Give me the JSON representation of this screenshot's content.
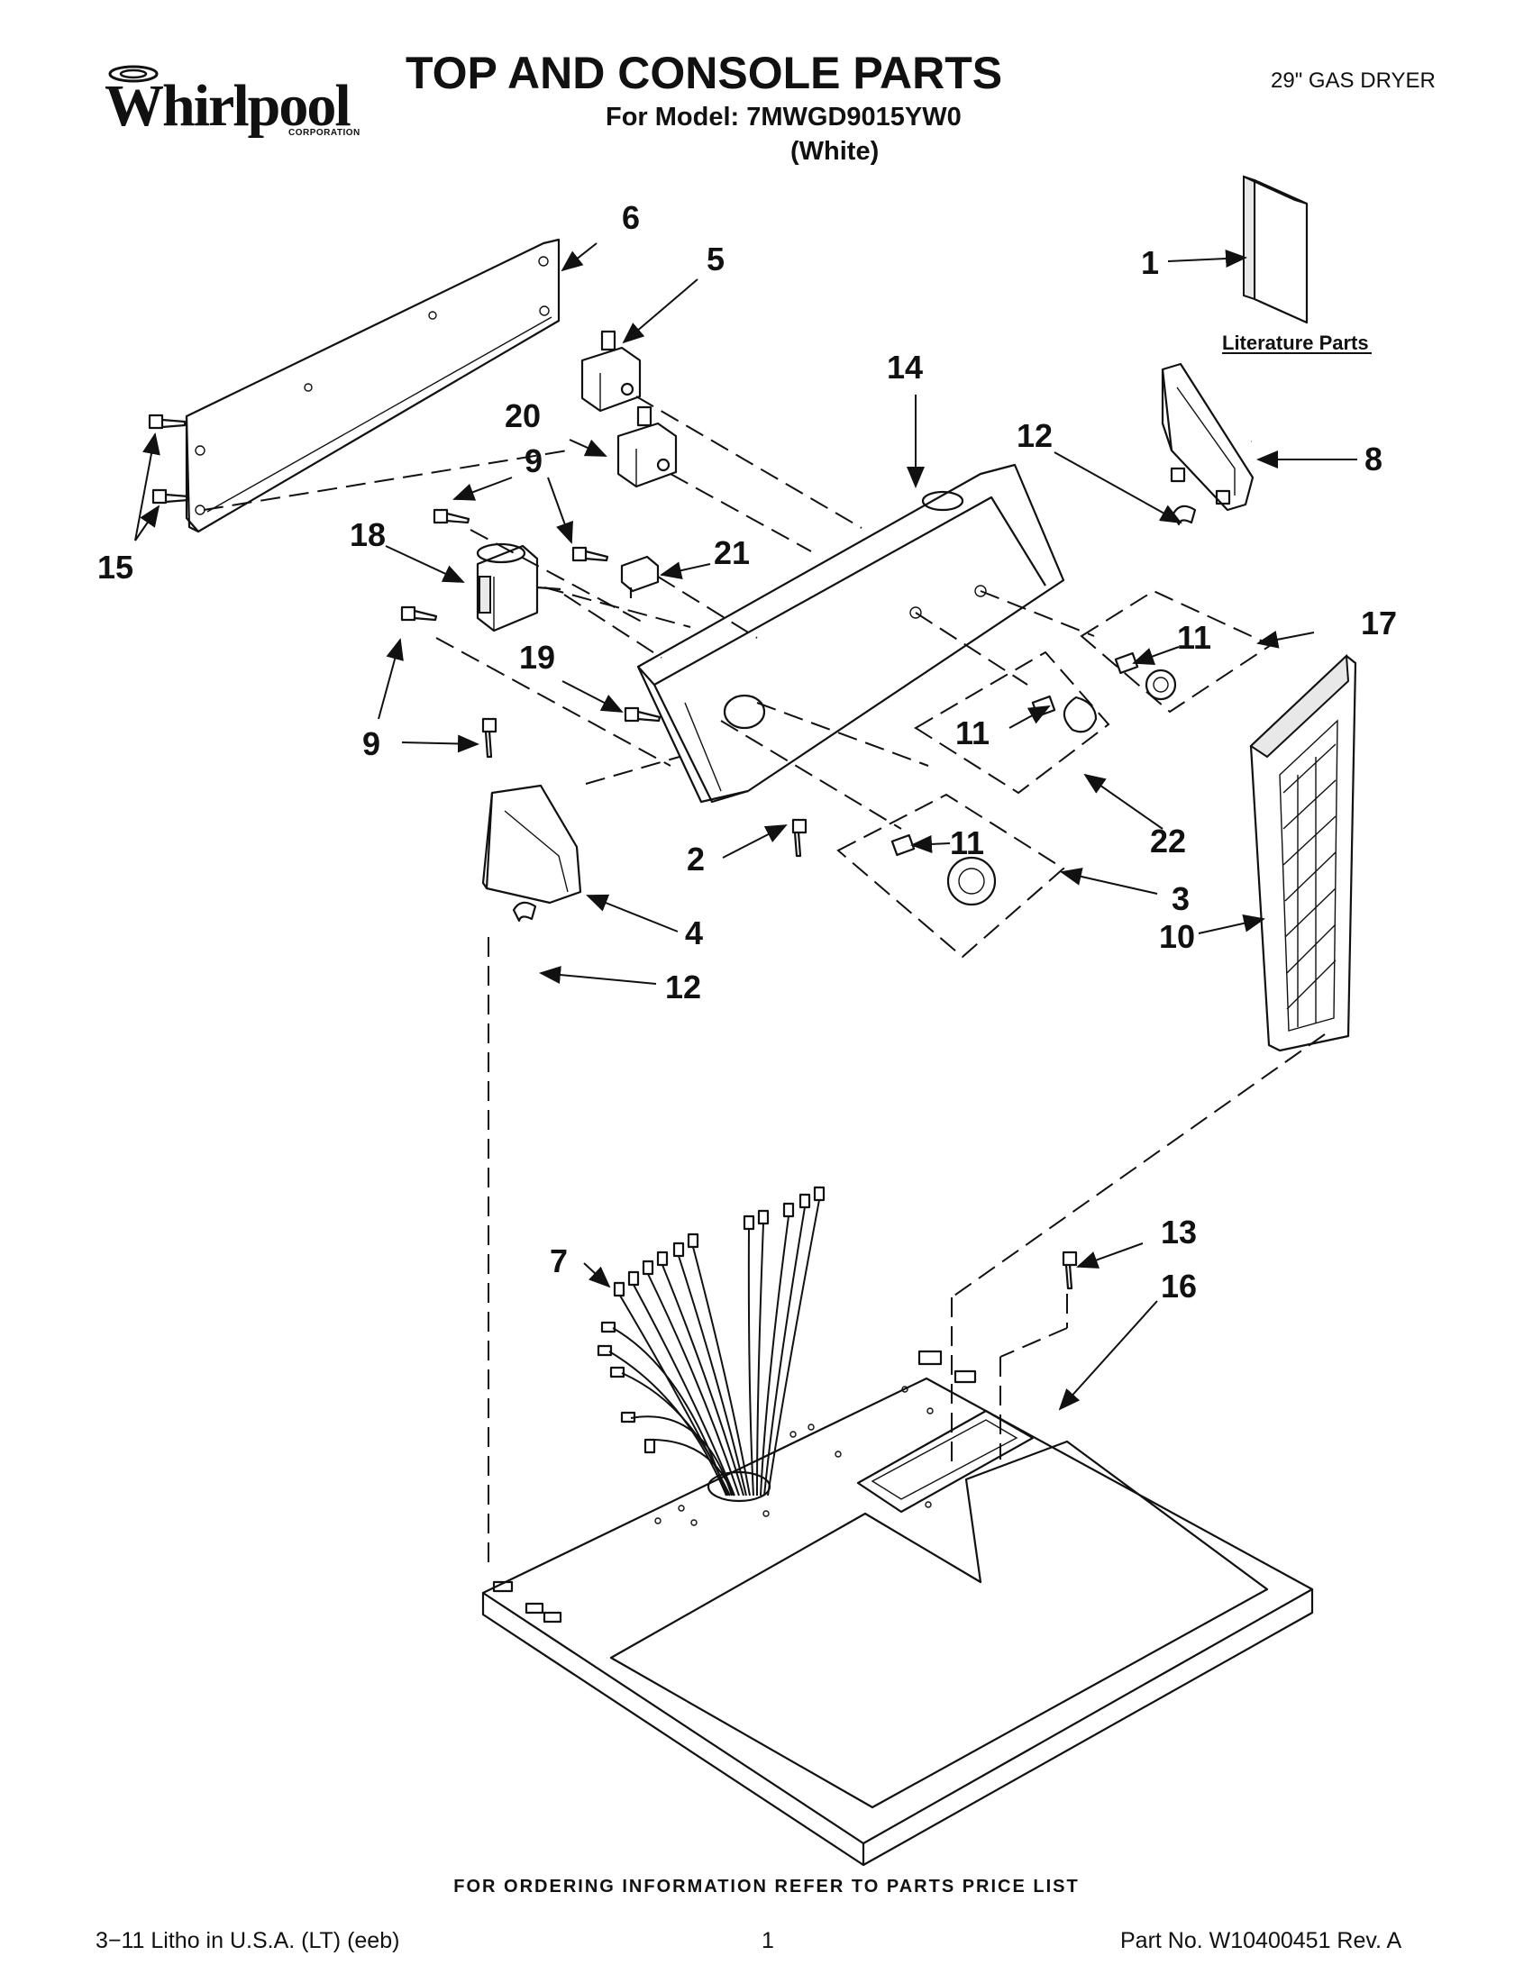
{
  "header": {
    "brand": "Whirlpool",
    "brand_sub": "CORPORATION",
    "title": "TOP AND CONSOLE PARTS",
    "model_line": "For Model: 7MWGD9015YW0",
    "color_line": "(White)",
    "product": "29\" GAS DRYER"
  },
  "diagram": {
    "literature_label": "Literature Parts",
    "callouts": {
      "c1": "1",
      "c2": "2",
      "c3": "3",
      "c4": "4",
      "c5": "5",
      "c6": "6",
      "c7": "7",
      "c8": "8",
      "c9a": "9",
      "c9b": "9",
      "c10": "10",
      "c11a": "11",
      "c11b": "11",
      "c11c": "11",
      "c12a": "12",
      "c12b": "12",
      "c13": "13",
      "c14": "14",
      "c15": "15",
      "c16": "16",
      "c17": "17",
      "c18": "18",
      "c19": "19",
      "c20": "20",
      "c21": "21",
      "c22": "22"
    }
  },
  "footer": {
    "ordering": "FOR ORDERING INFORMATION REFER TO PARTS PRICE LIST",
    "litho": "3−11 Litho in U.S.A. (LT) (eeb)",
    "page": "1",
    "part_no": "Part No. W10400451 Rev. A"
  }
}
